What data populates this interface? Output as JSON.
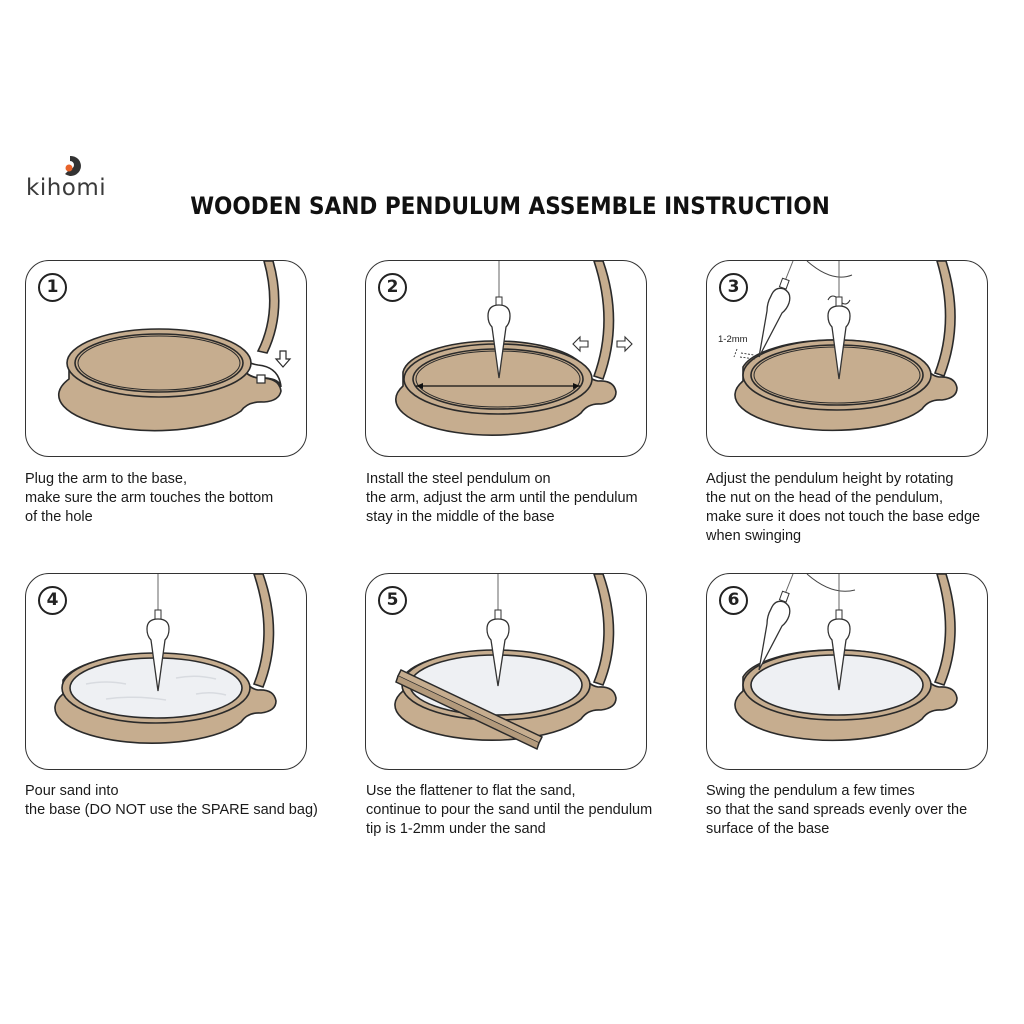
{
  "brand": {
    "name": "kihomi",
    "accent_color": "#e8632a"
  },
  "title": "WOODEN SAND PENDULUM ASSEMBLE INSTRUCTION",
  "colors": {
    "wood": "#c6ad8f",
    "sand": "#eef0f3",
    "outline": "#2a2a2a"
  },
  "steps": [
    {
      "number": "1",
      "caption": [
        "Plug the arm to the base,",
        "make sure the arm touches the bottom",
        "of the hole"
      ]
    },
    {
      "number": "2",
      "caption": [
        "Install the steel pendulum on",
        "the arm, adjust the arm until the pendulum",
        "stay in the middle of the base"
      ]
    },
    {
      "number": "3",
      "note": "1-2mm",
      "caption": [
        "Adjust the pendulum height by rotating",
        "the nut on the head of the pendulum,",
        "make sure it does not touch the base edge",
        "when swinging"
      ]
    },
    {
      "number": "4",
      "caption": [
        "Pour sand into",
        "the base (DO NOT use the SPARE sand bag)"
      ]
    },
    {
      "number": "5",
      "caption": [
        "Use the flattener to flat the sand,",
        "continue to pour the sand until the pendulum",
        "tip is 1-2mm under the sand"
      ]
    },
    {
      "number": "6",
      "caption": [
        "Swing the pendulum a few times",
        "so that the sand spreads evenly over the",
        "surface of the base"
      ]
    }
  ]
}
